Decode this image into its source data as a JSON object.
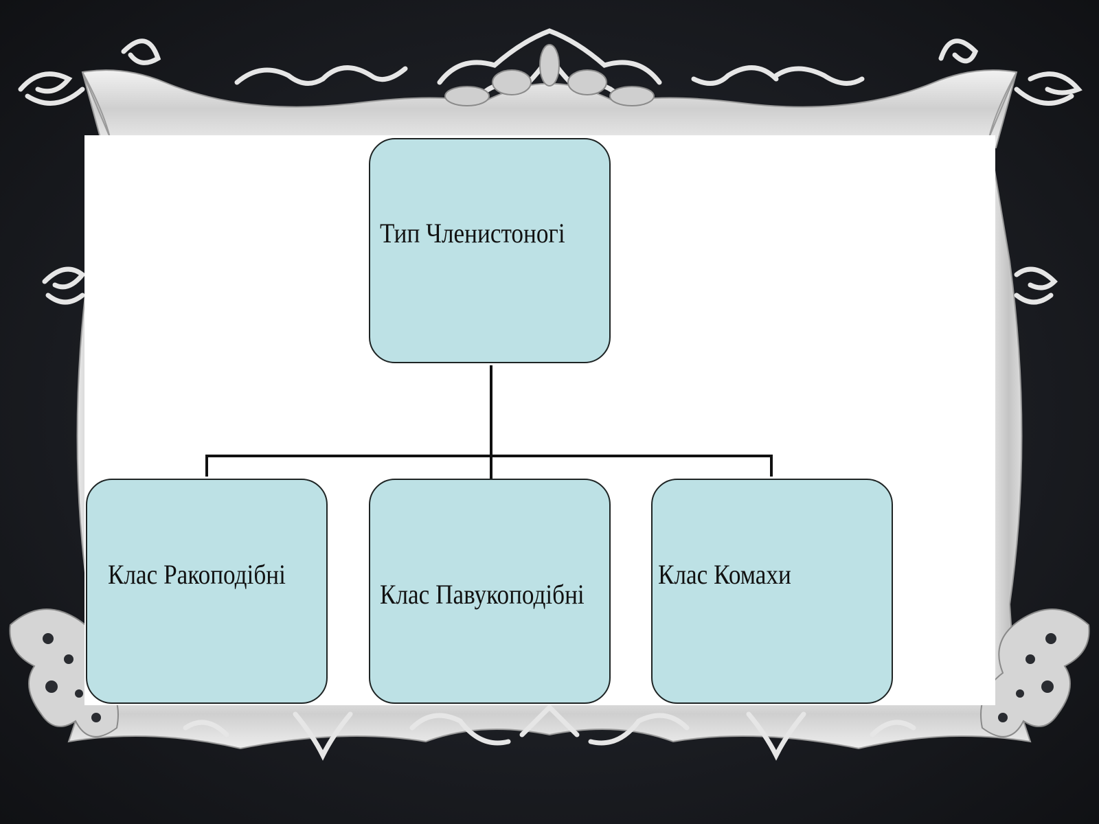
{
  "slide": {
    "background": "#1d1f24",
    "frame_color": "#d9d9d9",
    "panel_color": "#ffffff"
  },
  "diagram": {
    "node_fill": "#bde1e5",
    "node_border": "#1e2424",
    "line_color": "#111111",
    "root": {
      "label": "Тип Членистоногі"
    },
    "children": [
      {
        "label": "Клас Ракоподібні"
      },
      {
        "label": "Клас Павукоподібні"
      },
      {
        "label": "Клас Комахи"
      }
    ]
  }
}
